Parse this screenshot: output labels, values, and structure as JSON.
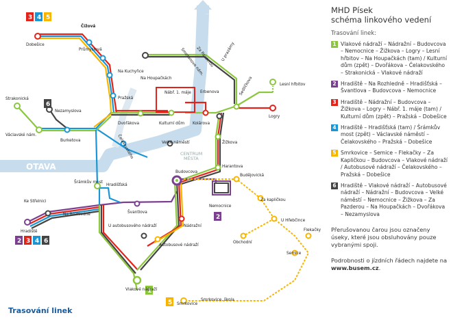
{
  "panel": {
    "title_line1": "MHD Písek",
    "title_line2": "schéma linkového vedení",
    "subtitle": "Trasování linek:",
    "routes": [
      {
        "num": "1",
        "color": "#8cc63f",
        "text": "Vlakové nádraží – Nádražní – Budovcova – Nemocnice – Žižkova – Logry – Lesní hřbitov – Na Houpačkách (tam) / Kulturní dům (zpět) – Dvořákova – Čelakovského – Strakonická – Vlakové nádraží"
      },
      {
        "num": "2",
        "color": "#7b3f8f",
        "text": "Hradiště – Na Rozhledně – Hradišťská – Švantlova – Budovcova – Nemocnice"
      },
      {
        "num": "3",
        "color": "#e2231a",
        "text": "Hradiště – Nádražní – Budovcova – Žižkova – Logry – Nábř. 1. máje (tam) / Kulturní dům (zpět) – Pražská – Dobešice"
      },
      {
        "num": "4",
        "color": "#1b95d3",
        "text": "Hradiště – Hradišťská (tam) / Šrámkův most (zpět) – Václavské náměstí – Čelakovského – Pražská – Dobešice"
      },
      {
        "num": "5",
        "color": "#f7b500",
        "text": "Smrkovice – Semice – Flekačky – Za Kapličkou – Budovcova – Vlakové nádraží / Autobusové nádraží – Čelakovského – Pražská – Dobešice"
      },
      {
        "num": "6",
        "color": "#444444",
        "text": "Hradiště – Vlakové nádraží – Autobusové nádraží – Nádražní – Budovcova – Velké náměstí – Nemocnice – Žižkova – Za Pazderou – Na Houpačkách – Dvořákova – Nezamyslova"
      }
    ],
    "note1": "Přerušovanou čarou jsou označeny úseky, které jsou obsluhovány pouze vybranými spoji.",
    "note2_prefix": "Podrobnosti o jízdních řádech najdete na",
    "note2_link": "www.busem.cz",
    "note2_suffix": "."
  },
  "footer_title": "Trasování linek",
  "map": {
    "river_label": "OTAVA",
    "center_label_1": "CENTRUM",
    "center_label_2": "MĚSTA",
    "badges_top": [
      "3",
      "4",
      "5"
    ],
    "badges_hradiste": [
      "2",
      "3",
      "4",
      "6"
    ],
    "badge_6_left": "6",
    "badge_1": "1",
    "badge_2": "2",
    "badge_5": "5",
    "stops": {
      "cizova": "Čížová",
      "dobesice": "Dobešice",
      "prumyslova": "Průmyslová",
      "na_kuchyne": "Na Kuchyňce",
      "prazska": "Pražská",
      "na_houpackach": "Na Houpačkách",
      "smetanova": "Smetanovo nám.",
      "za_pazderou": "Za Pazderou",
      "u_prazamy": "U prazámy",
      "sedlickova": "Sedlíčkova",
      "lesni_hrbitov": "Lesní hřbitov",
      "logry": "Logry",
      "nabr_1_maje": "Nábř. 1. máje",
      "erbenova": "Erbenova",
      "dvorakova": "Dvořákova",
      "kulturni_dum": "Kulturní dům",
      "kolarova": "Kolárova",
      "zizkova": "Žižkova",
      "strakonicka": "Strakonická",
      "nezamyslova": "Nezamyslova",
      "vaclavske_nam": "Václavské nám.",
      "burketova": "Burketova",
      "celakovskeho": "Čelakovského",
      "velke_namesti": "Velké náměstí",
      "harantova": "Harantova",
      "budovcova": "Budovcova",
      "budejovicka": "Budějovická",
      "sramkuv_most": "Šrámkův most",
      "hradistska": "Hradišťská",
      "nemocnice": "Nemocnice",
      "za_kaplickou": "Za kapličkou",
      "ke_strelnici": "Ke Střelnici",
      "na_rozhledne": "Na Rozhledně",
      "svantlova": "Švantlova",
      "hradiste": "Hradiště",
      "u_hrebcince": "U Hřebčince",
      "flekacky": "Flekačky",
      "u_autobusoveho": "U autobusového nádraží",
      "nadrazni": "Nádražní",
      "obchodni": "Obchodní",
      "autobusove_nadrazi": "Autobusové nádraží",
      "semice": "Semice",
      "vlakove_nadrazi": "Vlakové nádraží",
      "smrkovice": "Smrkovice",
      "smrkovice_skola": "Smrkovice, škola"
    }
  },
  "colors": {
    "line1": "#8cc63f",
    "line2": "#7b3f8f",
    "line3": "#e2231a",
    "line4": "#1b95d3",
    "line5": "#f7b500",
    "line6": "#444444",
    "river": "#c7dcec",
    "title_blue": "#1a5a9a"
  }
}
